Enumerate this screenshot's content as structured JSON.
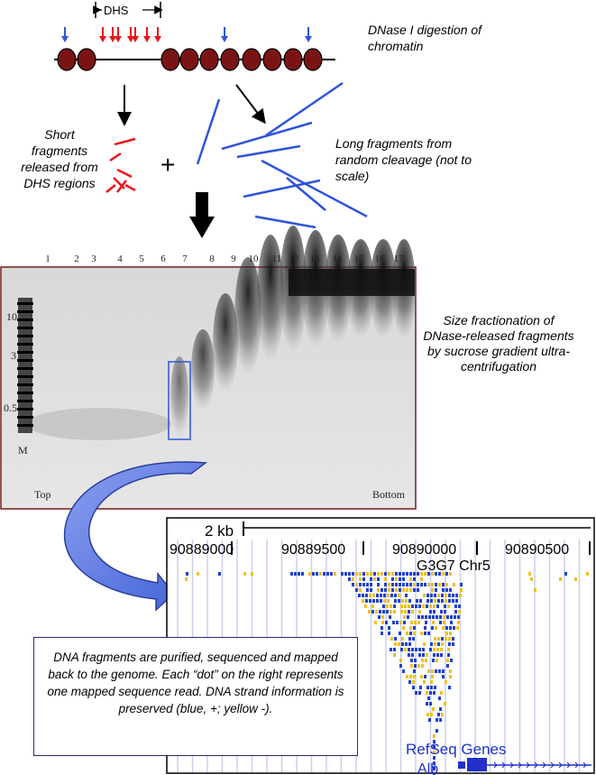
{
  "header": {
    "dhs_label": "DHS",
    "digestion_text": "DNase I digestion of chromatin"
  },
  "fragments": {
    "short_text": "Short fragments released from DHS regions",
    "plus_sign": "+",
    "long_text": "Long fragments from random cleavage (not to scale)"
  },
  "gel": {
    "lane_numbers": [
      "1",
      "2",
      "3",
      "4",
      "5",
      "6",
      "7",
      "8",
      "9",
      "10",
      "11",
      "12",
      "13",
      "14",
      "15",
      "16",
      "17"
    ],
    "marker_labels": [
      "10",
      "3",
      "0.5",
      "M"
    ],
    "top_label": "Top",
    "bottom_label": "Bottom",
    "description": "Size fractionation of DNase-released fragments by sucrose gradient ultra-centrifugation"
  },
  "browser": {
    "scale_label": "2 kb",
    "coordinates": [
      "90889000",
      "90889500",
      "90890000",
      "90890500"
    ],
    "track_title": "G3G7 Chr5",
    "refseq_label": "RefSeq Genes",
    "gene_label": "Alb"
  },
  "summary_text": "DNA fragments are purified, sequenced and mapped back to the genome. Each “dot” on the right represents one mapped sequence read. DNA strand information is preserved (blue, +; yellow -).",
  "colors": {
    "nucleosome": "#7a1414",
    "cut_arrow_red": "#e8161b",
    "cut_arrow_blue": "#2f54d9",
    "long_fragment": "#2f54d9",
    "read_plus": "#2040d0",
    "read_minus": "#f0c020",
    "gel_border": "#7a1a1a",
    "curved_arrow": "#5b73e0"
  }
}
